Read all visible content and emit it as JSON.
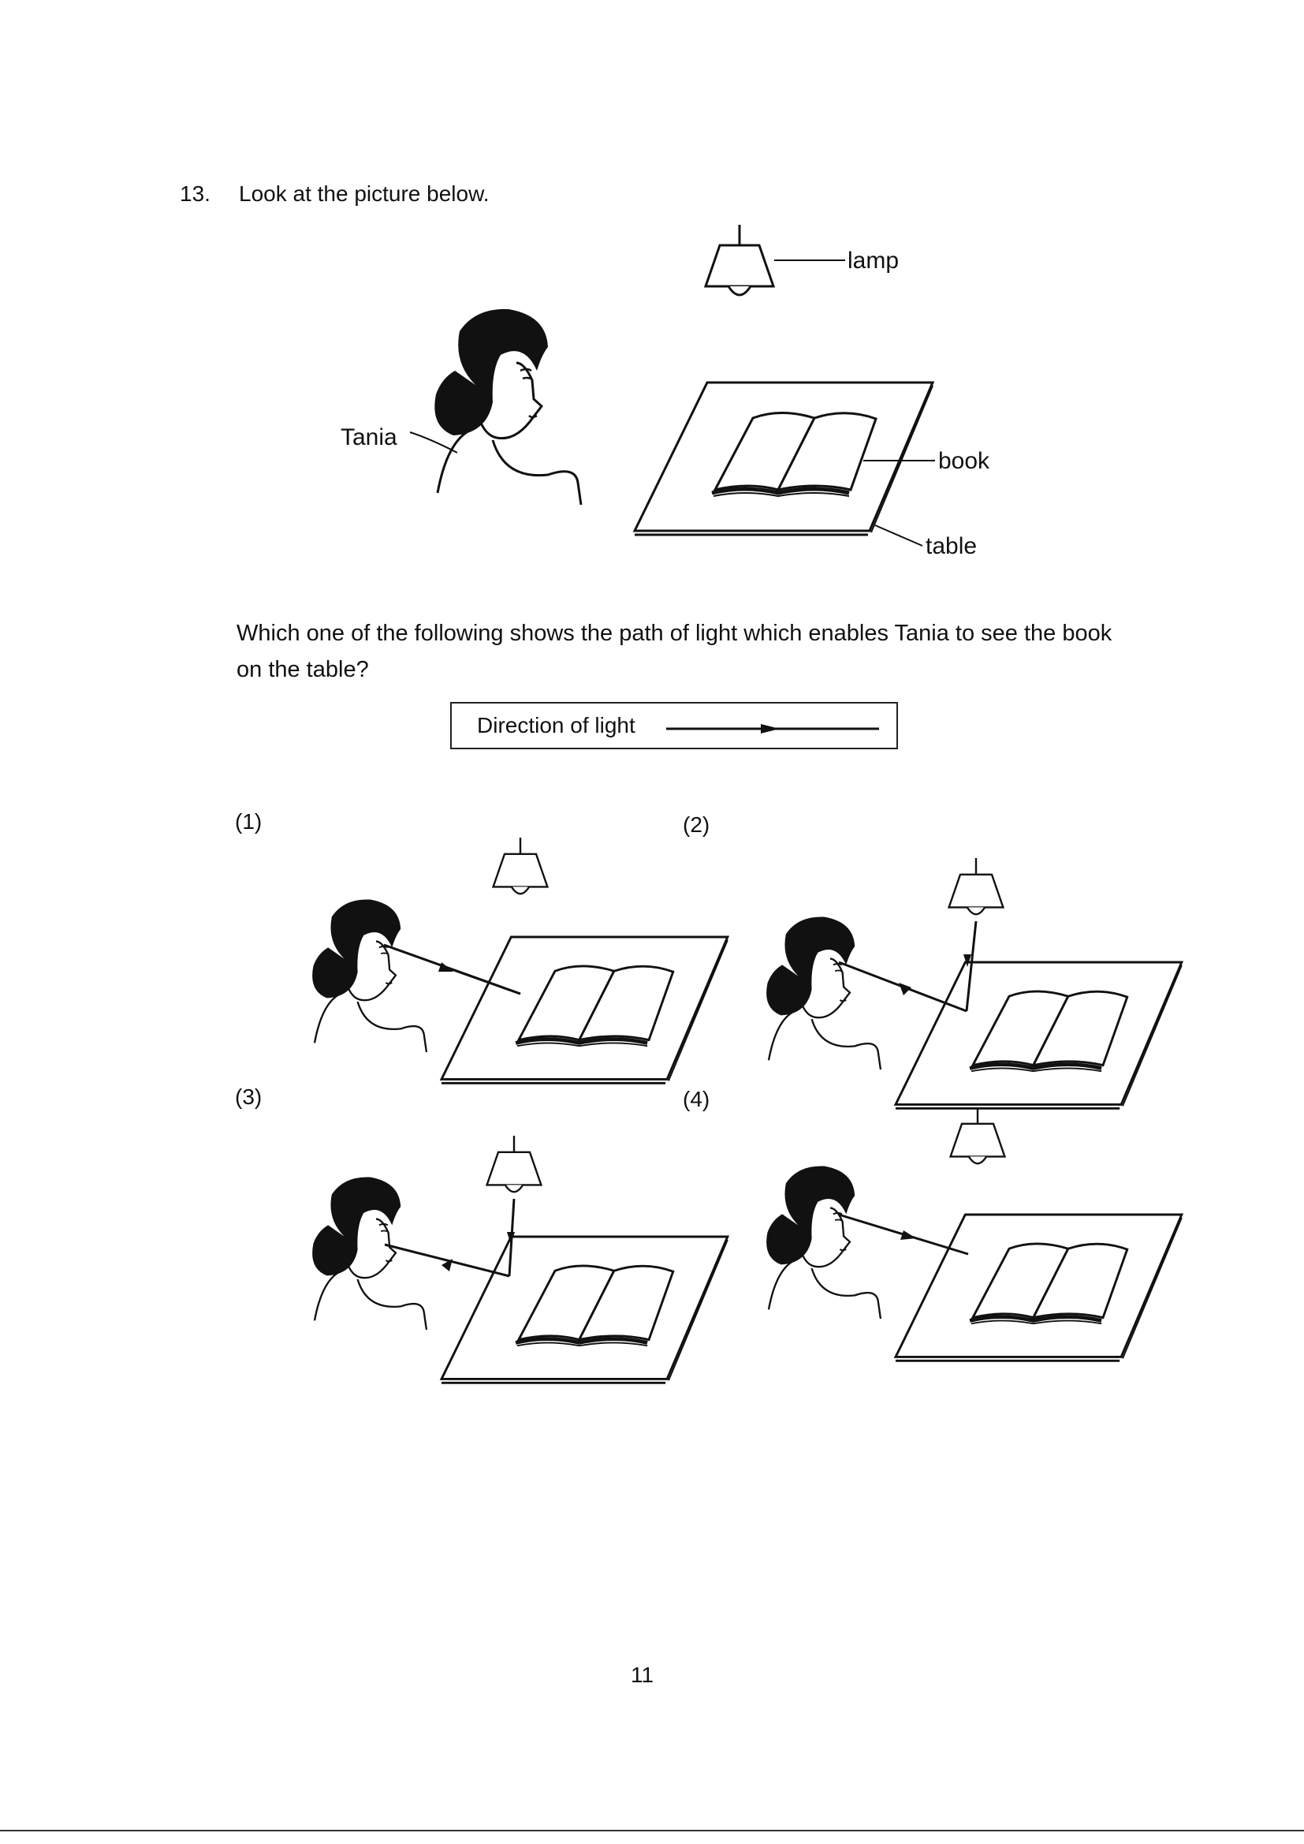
{
  "question": {
    "number": "13.",
    "prompt": "Look at the picture below.",
    "labels": {
      "lamp": "lamp",
      "tania": "Tania",
      "book": "book",
      "table": "table"
    },
    "text": "Which one of the following shows the path of light which enables Tania to see the book on the table?",
    "legend": "Direction of light"
  },
  "options": [
    {
      "label": "(1)"
    },
    {
      "label": "(2)"
    },
    {
      "label": "(3)"
    },
    {
      "label": "(4)"
    }
  ],
  "page_number": "11"
}
